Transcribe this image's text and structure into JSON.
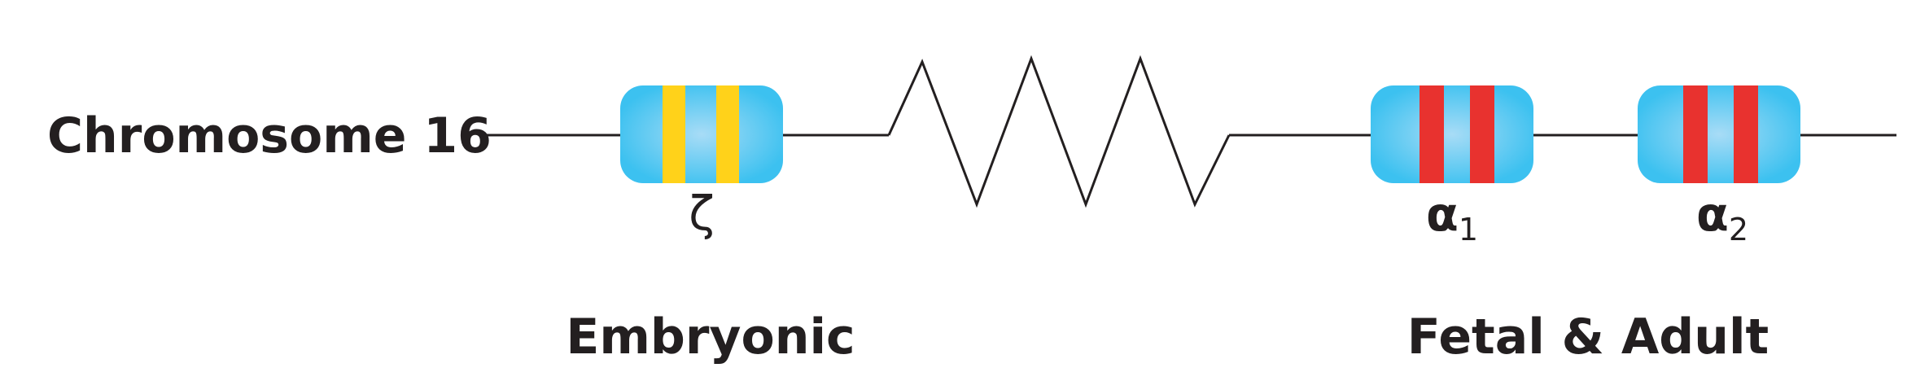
{
  "chromosome_label": "Chromosome 16",
  "genes": [
    {
      "symbol": "ζ",
      "subscript": "",
      "band_color": "#ffd21a"
    },
    {
      "symbol": "α",
      "subscript": "1",
      "band_color": "#e8322f"
    },
    {
      "symbol": "α",
      "subscript": "2",
      "band_color": "#e8322f"
    }
  ],
  "groups": [
    {
      "label": "Embryonic"
    },
    {
      "label": "Fetal & Adult"
    }
  ],
  "colors": {
    "gene_body": "#3cc1f0",
    "gene_highlight": "#a8dcf6",
    "line": "#231f20"
  }
}
